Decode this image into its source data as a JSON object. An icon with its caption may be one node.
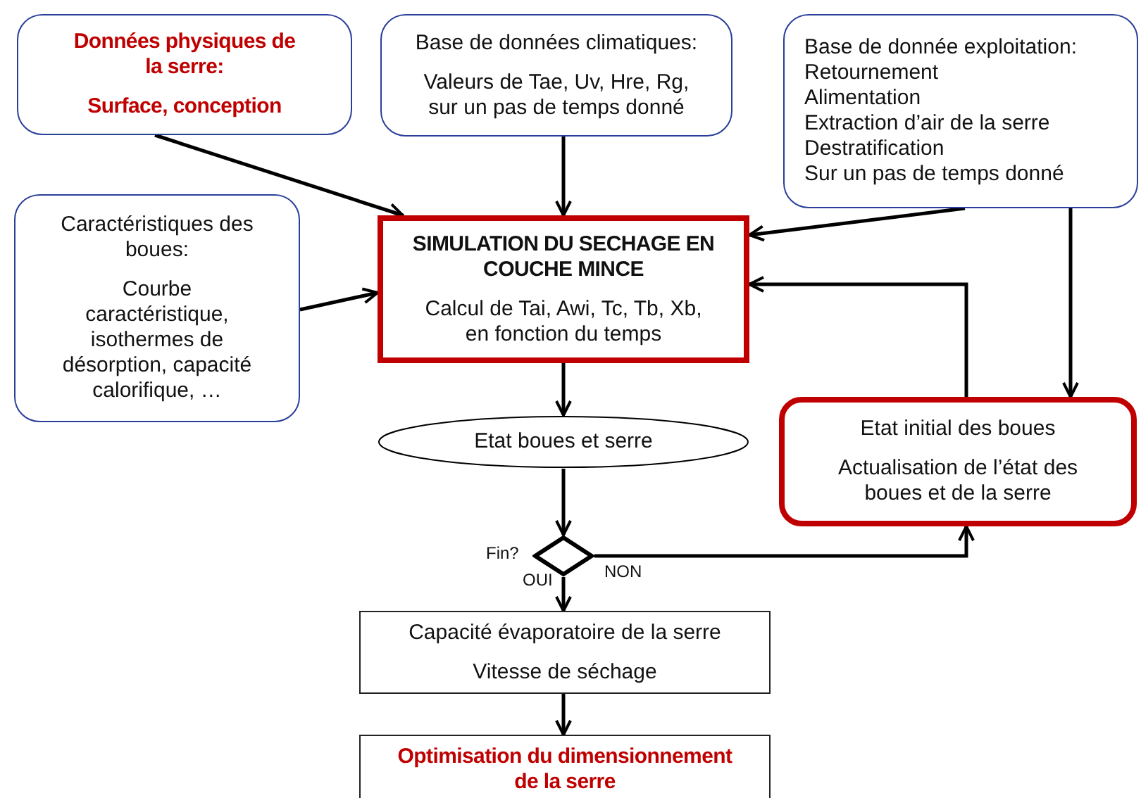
{
  "diagram": {
    "nodes": [
      {
        "text": [
          "Données physiques de la serre:",
          "Surface, conception"
        ]
      },
      {
        "text": [
          "Base de données climatiques:",
          "Valeurs de Tae, Uv, Hre, Rg, sur un pas de temps donné"
        ]
      },
      {
        "text": [
          "Base de donnée exploitation:",
          "Retournement",
          "Alimentation",
          "Extraction d’air de la serre",
          "Destratification",
          "Sur un pas de temps donné"
        ]
      },
      {
        "text": [
          "Caractéristiques des boues:",
          "Courbe caractéristique, isothermes de désorption, capacité calorifique, …"
        ]
      },
      {
        "text": [
          "SIMULATION DU SECHAGE EN COUCHE MINCE",
          "Calcul de Tai, Awi, Tc, Tb, Xb, en fonction du temps"
        ]
      },
      {
        "text": [
          "Etat boues et serre"
        ]
      },
      {
        "text": [
          "Etat initial des boues",
          "Actualisation de l’état des boues et de la serre"
        ]
      },
      {
        "text": [],
        "shape": "diamond",
        "beside": [
          "Fin?"
        ]
      },
      {
        "text": [
          "Capacité évaporatoire de la serre",
          "Vitesse de séchage"
        ]
      },
      {
        "text": [
          "Optimisation du dimensionnement de la serre"
        ]
      }
    ],
    "edges": [
      {
        "from": 0,
        "to": 4,
        "arrow": "to"
      },
      {
        "from": 1,
        "to": 4,
        "arrow": "to"
      },
      {
        "from": 2,
        "to": 4,
        "arrow": "to"
      },
      {
        "from": 3,
        "to": 4,
        "arrow": "to"
      },
      {
        "from": 2,
        "to": 6,
        "arrow": "to"
      },
      {
        "from": 6,
        "to": 4,
        "arrow": "to"
      },
      {
        "from": 4,
        "to": 5,
        "arrow": "to"
      },
      {
        "from": 5,
        "to": 7,
        "arrow": "to"
      },
      {
        "from": 7,
        "to": 6,
        "arrow": "to",
        "label": "NON"
      },
      {
        "from": 7,
        "to": 8,
        "arrow": "to",
        "label": "OUI"
      },
      {
        "from": 8,
        "to": 9,
        "arrow": "to"
      }
    ]
  }
}
